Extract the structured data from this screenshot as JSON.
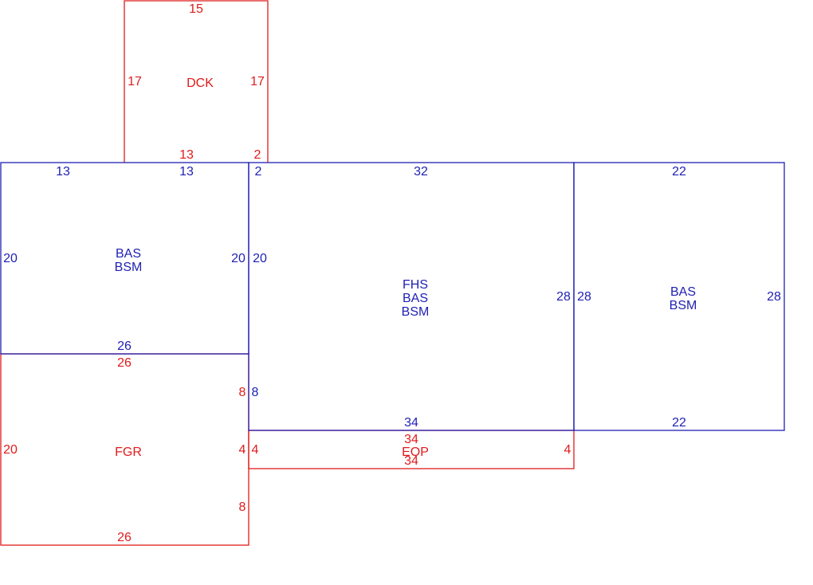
{
  "colors": {
    "living": "#1f1fb4",
    "other": "#e01b1b",
    "background": "#ffffff"
  },
  "deck": {
    "code": "DCK",
    "dims": {
      "top": "15",
      "left": "17",
      "right": "17",
      "bottom": "13",
      "bottom_right": "2"
    }
  },
  "bas_left": {
    "codes": [
      "BAS",
      "BSM"
    ],
    "dims": {
      "top_left": "13",
      "top_right": "13",
      "left": "20",
      "right": "20",
      "bottom": "26"
    }
  },
  "fhs_center": {
    "codes": [
      "FHS",
      "BAS",
      "BSM"
    ],
    "dims": {
      "top_left": "2",
      "top": "32",
      "left": "20",
      "lower_left": "8",
      "right": "28",
      "bottom": "34"
    }
  },
  "bas_right": {
    "codes": [
      "BAS",
      "BSM"
    ],
    "dims": {
      "top": "22",
      "left": "28",
      "right": "28",
      "bottom": "22"
    }
  },
  "garage": {
    "code": "FGR",
    "dims": {
      "top": "26",
      "left": "20",
      "right_upper": "8",
      "right_mid": "4",
      "right_lower": "8",
      "bottom": "26"
    }
  },
  "porch": {
    "code": "EOP",
    "dims": {
      "top": "34",
      "left": "4",
      "right": "4",
      "bottom": "34"
    }
  }
}
